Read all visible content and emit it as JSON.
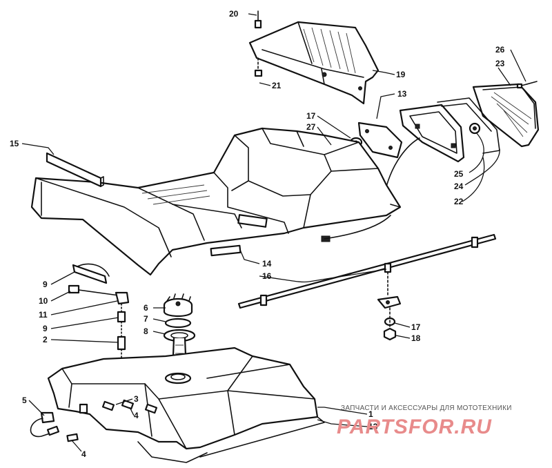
{
  "diagram": {
    "callouts": {
      "c20": "20",
      "c21": "21",
      "c19": "19",
      "c13a": "13",
      "c26": "26",
      "c23": "23",
      "c17a": "17",
      "c27": "27",
      "c15": "15",
      "c25": "25",
      "c24": "24",
      "c22": "22",
      "c14": "14",
      "c16": "16",
      "c9a": "9",
      "c10": "10",
      "c11": "11",
      "c9b": "9",
      "c2": "2",
      "c6": "6",
      "c7": "7",
      "c8": "8",
      "c17b": "17",
      "c18": "18",
      "c5": "5",
      "c3": "3",
      "c4a": "4",
      "c4b": "4",
      "c1": "1",
      "c13b": "13"
    }
  },
  "watermark": {
    "tagline": "ЗАПЧАСТИ И АКСЕССУАРЫ ДЛЯ МОТОТЕХНИКИ",
    "logo": "PARTSFOR.RU"
  },
  "colors": {
    "line": "#111111",
    "watermark": "#e88b8b"
  }
}
